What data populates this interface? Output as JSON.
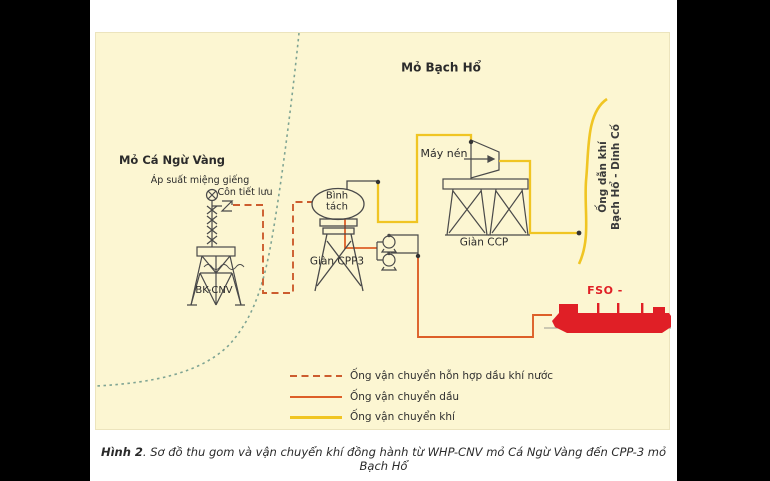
{
  "colors": {
    "background": "#000000",
    "panel": "#ffffff",
    "diagram_bg": "#fcf6d2",
    "mixture_line": "#cc5c2e",
    "oil_line": "#dd5f28",
    "gas_line": "#f0c523",
    "boundary_line": "#7fa493",
    "structure_line": "#4a4a4a",
    "fso_red": "#e01f26"
  },
  "diagram": {
    "field_left_label": "Mỏ Cá Ngừ Vàng",
    "field_right_label": "Mỏ Bạch Hổ",
    "wellhead_pressure_label": "Áp suất miệng giếng",
    "choke_label": "Côn tiết lưu",
    "platform_bkcnv_label": "BK-CNV",
    "separator_label": "Bình tách",
    "platform_cpp3_label": "Giàn CPP3",
    "compressor_label": "Máy nén",
    "platform_ccp_label": "Giàn CCP",
    "gas_export_line1": "Ống dẫn khí",
    "gas_export_line2": "Bạch Hổ - Dinh Cố",
    "fso_label": "FSO -"
  },
  "legend": {
    "items": [
      {
        "label": "Ống vận chuyển hỗn hợp dầu khí nước",
        "style": "dashed",
        "color": "#cc5c2e"
      },
      {
        "label": "Ống vận chuyển dầu",
        "style": "solid",
        "color": "#dd5f28"
      },
      {
        "label": "Ống vận chuyển khí",
        "style": "solid",
        "color": "#f0c523"
      }
    ]
  },
  "caption": {
    "figure_label": "Hình 2",
    "text": ". Sơ đồ thu gom và vận chuyển khí đồng hành từ WHP-CNV mỏ Cá Ngừ Vàng đến CPP-3 mỏ Bạch Hổ"
  }
}
